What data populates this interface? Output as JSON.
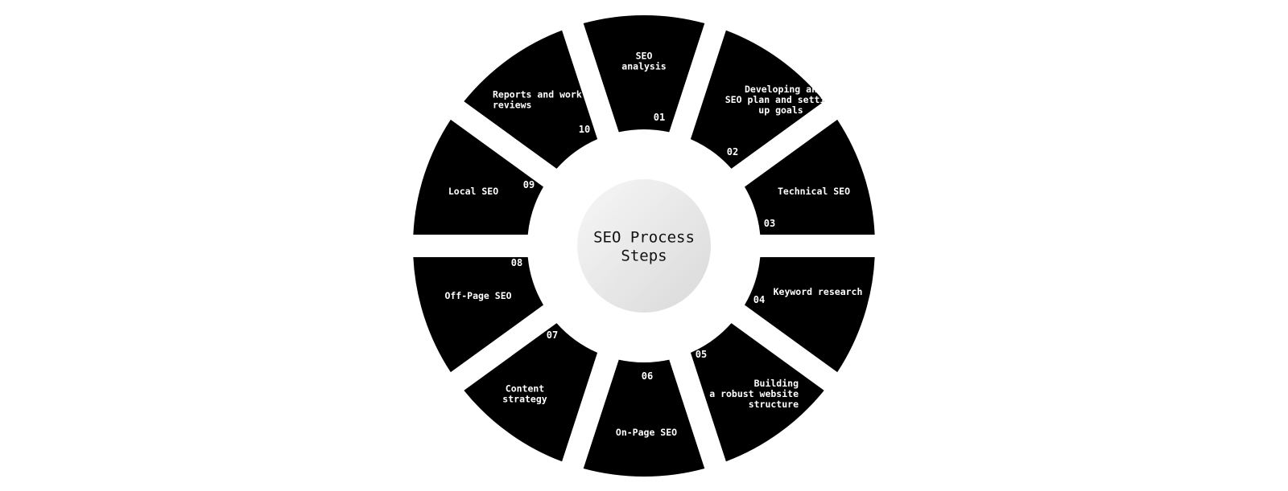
{
  "title": "SEO Process Steps",
  "title_lines": [
    "SEO Process",
    "Steps"
  ],
  "steps": [
    {
      "number": "01",
      "label": "SEO analysis",
      "label_lines": [
        "SEO",
        "analysis"
      ]
    },
    {
      "number": "02",
      "label": "Developing an SEO plan and setting up goals",
      "label_lines": [
        "Developing an",
        "SEO plan and setting",
        "up goals"
      ]
    },
    {
      "number": "03",
      "label": "Technical SEO",
      "label_lines": [
        "Technical SEO"
      ]
    },
    {
      "number": "04",
      "label": "Keyword research",
      "label_lines": [
        "Keyword research"
      ]
    },
    {
      "number": "05",
      "label": "Building a robust website structure",
      "label_lines": [
        "Building",
        "a robust website",
        "structure"
      ]
    },
    {
      "number": "06",
      "label": "On-Page SEO",
      "label_lines": [
        "On-Page SEO"
      ]
    },
    {
      "number": "07",
      "label": "Content strategy",
      "label_lines": [
        "Content",
        "strategy"
      ]
    },
    {
      "number": "08",
      "label": "Off-Page SEO",
      "label_lines": [
        "Off-Page SEO"
      ]
    },
    {
      "number": "09",
      "label": "Local SEO",
      "label_lines": [
        "Local SEO"
      ]
    },
    {
      "number": "10",
      "label": "Reports and work reviews",
      "label_lines": [
        "Reports and work",
        "reviews"
      ]
    }
  ],
  "colors": {
    "segment": "#000000",
    "segment_text": "#ffffff",
    "center_light": "#f7f7f7",
    "center_dark": "#d9d9d9",
    "title_text": "#111111"
  }
}
